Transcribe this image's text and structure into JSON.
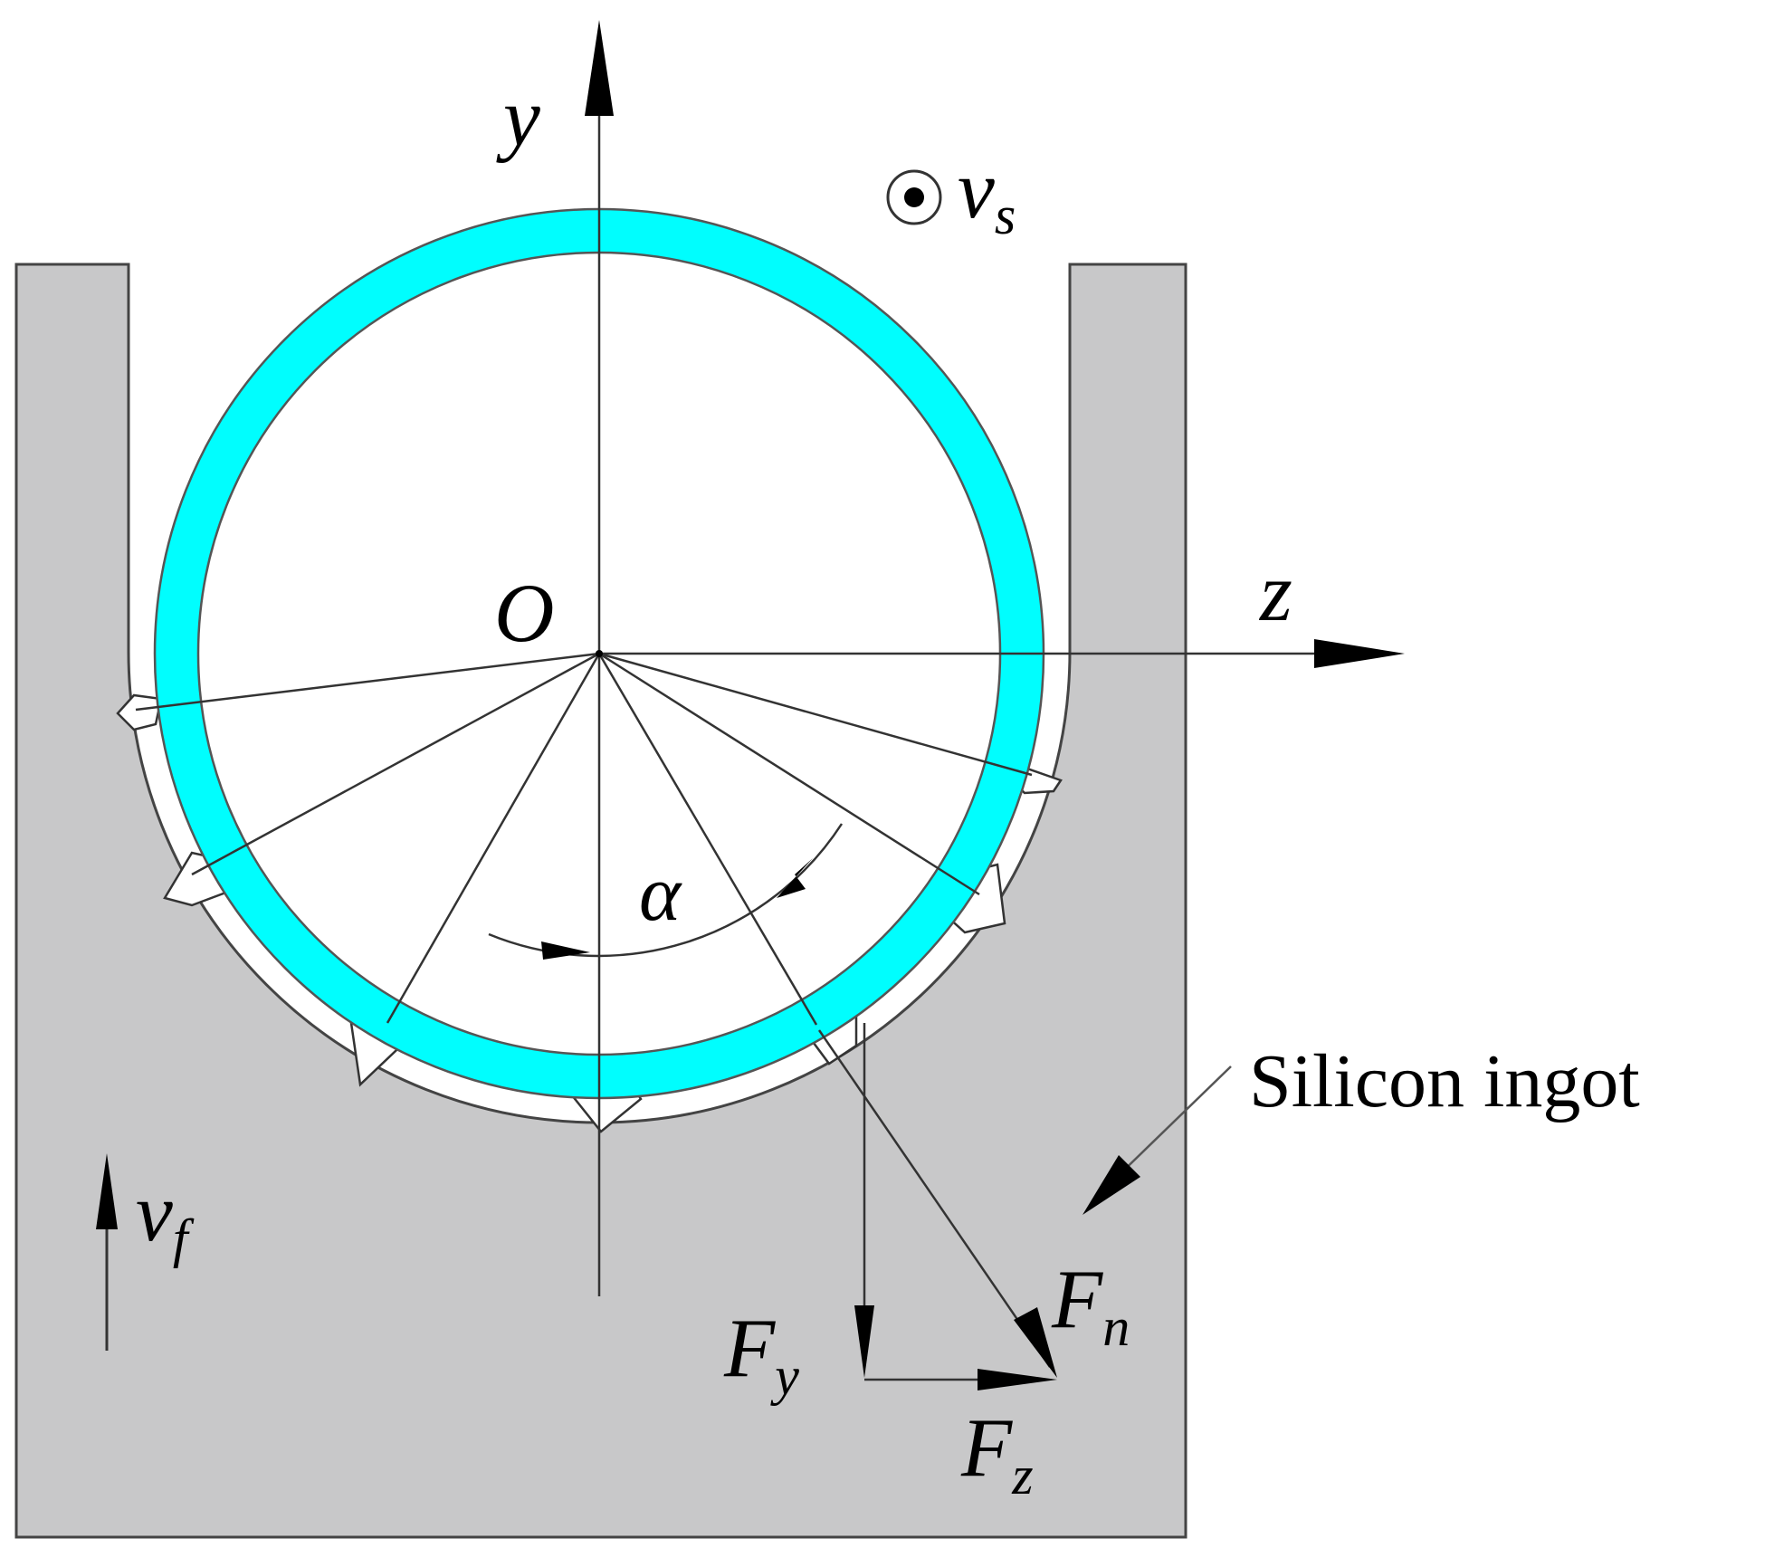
{
  "labels": {
    "y_axis": "y",
    "z_axis": "z",
    "origin": "O",
    "angle": "α",
    "v_s": "v",
    "v_s_sub": "s",
    "v_f": "v",
    "v_f_sub": "f",
    "F_y": "F",
    "F_y_sub": "y",
    "F_z": "F",
    "F_z_sub": "z",
    "F_n": "F",
    "F_n_sub": "n",
    "ingot": "Silicon ingot"
  },
  "colors": {
    "ingot_fill": "#c8c8c9",
    "wire_ring": "#00fefe",
    "line": "#444444"
  }
}
